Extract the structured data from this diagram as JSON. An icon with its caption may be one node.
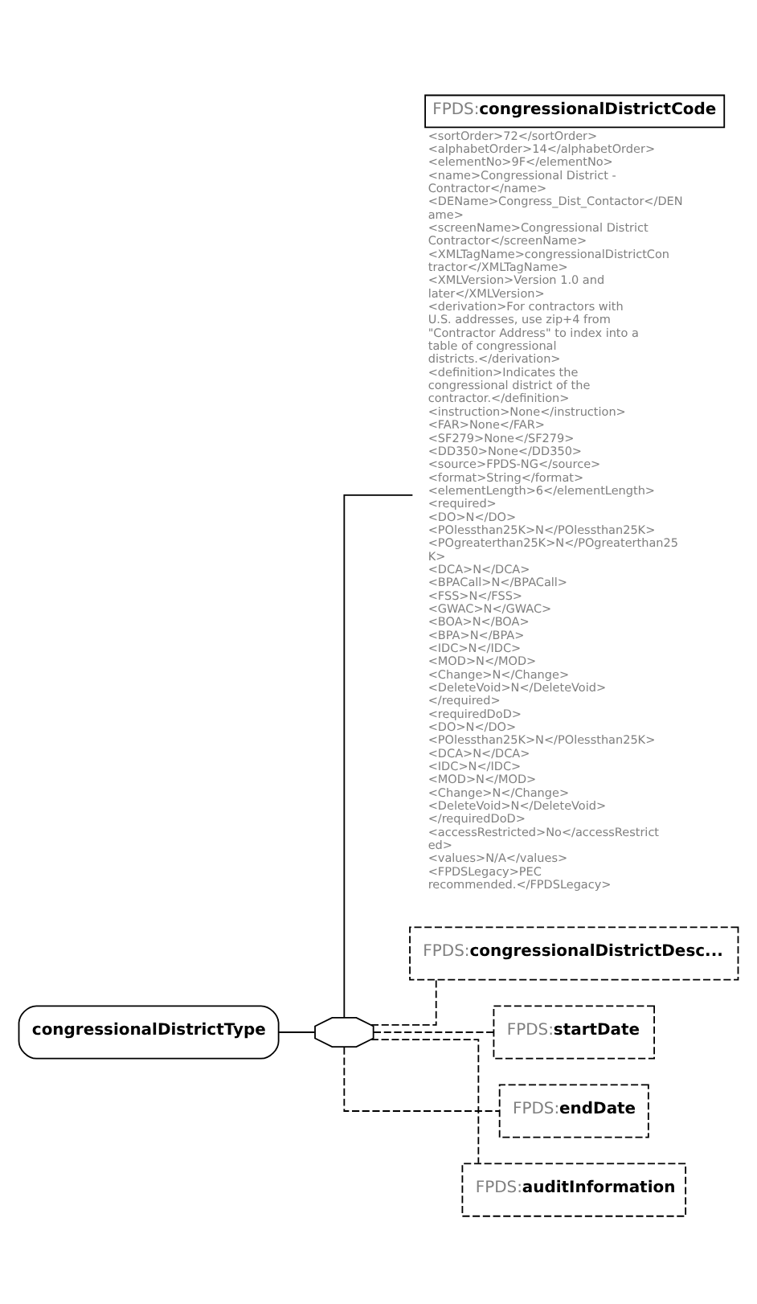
{
  "diagram": {
    "nodes": [
      {
        "text": [
          "congressionalDistrictType"
        ]
      },
      {
        "text": [],
        "shape": "octagon"
      },
      {
        "text": [
          "FPDS:congressionalDistrictCode"
        ],
        "beside": [
          "<sortOrder>72</sortOrder>",
          "<alphabetOrder>14</alphabetOrder>",
          "<elementNo>9F</elementNo>",
          "<name>Congressional District - Contractor</name>",
          "<DEName>Congress_Dist_Contactor</DEName>",
          "<screenName>Congressional District Contractor</screenName>",
          "<XMLTagName>congressionalDistrictContractor</XMLTagName>",
          "<XMLVersion>Version 1.0 and later</XMLVersion>",
          "<derivation>For contractors with U.S. addresses, use zip+4 from \"Contractor Address\" to index into a table of congressional districts.</derivation>",
          "<definition>Indicates the congressional district of the contractor.</definition>",
          "<instruction>None</instruction>",
          "<FAR>None</FAR>",
          "<SF279>None</SF279>",
          "<DD350>None</DD350>",
          "<source>FPDS-NG</source>",
          "<format>String</format>",
          "<elementLength>6</elementLength>",
          "<required>",
          "<DO>N</DO>",
          "<POlessthan25K>N</POlessthan25K>",
          "<POgreaterthan25K>N</POgreaterthan25K>",
          "<DCA>N</DCA>",
          "<BPACall>N</BPACall>",
          "<FSS>N</FSS>",
          "<GWAC>N</GWAC>",
          "<BOA>N</BOA>",
          "<BPA>N</BPA>",
          "<IDC>N</IDC>",
          "<MOD>N</MOD>",
          "<Change>N</Change>",
          "<DeleteVoid>N</DeleteVoid>",
          "</required>",
          "<requiredDoD>",
          "<DO>N</DO>",
          "<POlessthan25K>N</POlessthan25K>",
          "<DCA>N</DCA>",
          "<IDC>N</IDC>",
          "<MOD>N</MOD>",
          "<Change>N</Change>",
          "<DeleteVoid>N</DeleteVoid>",
          "</requiredDoD>",
          "<accessRestricted>No</accessRestricted>",
          "<values>N/A</values>",
          "<FPDSLegacy>PEC recommended.</FPDSLegacy>"
        ]
      },
      {
        "text": [
          "FPDS:congressionalDistrictDesc..."
        ]
      },
      {
        "text": [
          "FPDS:startDate"
        ]
      },
      {
        "text": [
          "FPDS:endDate"
        ]
      },
      {
        "text": [
          "FPDS:auditInformation"
        ]
      }
    ],
    "edges": [
      {
        "from": 0,
        "to": 1,
        "arrow": "none"
      },
      {
        "from": 1,
        "to": 2,
        "arrow": "none"
      },
      {
        "from": 1,
        "to": 3,
        "arrow": "none",
        "style": "dashed"
      },
      {
        "from": 1,
        "to": 4,
        "arrow": "none",
        "style": "dashed"
      },
      {
        "from": 1,
        "to": 5,
        "arrow": "none",
        "style": "dashed"
      },
      {
        "from": 1,
        "to": 6,
        "arrow": "none",
        "style": "dashed"
      }
    ]
  }
}
